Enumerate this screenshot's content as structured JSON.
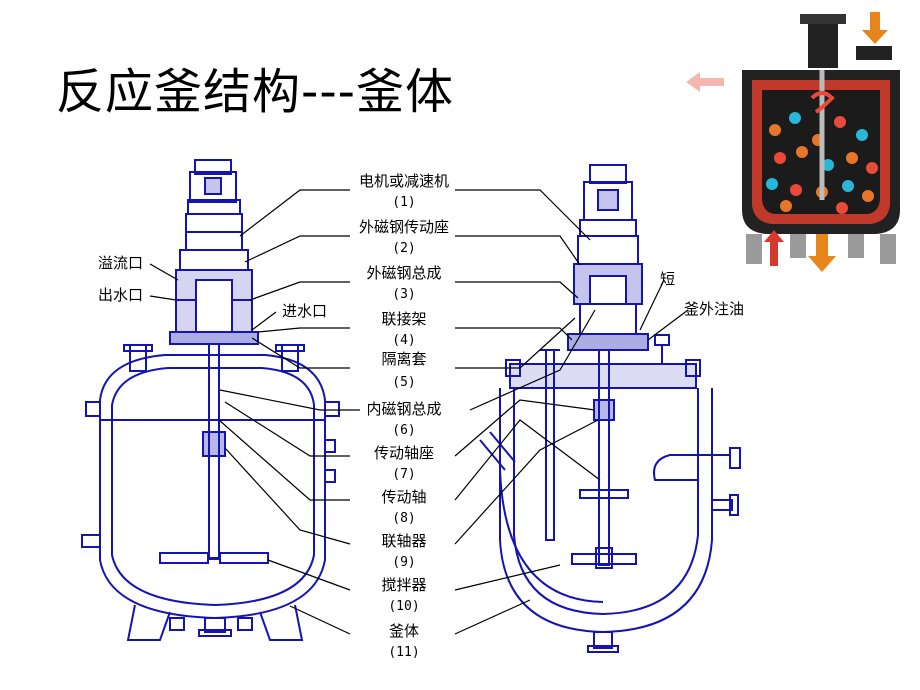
{
  "title": "反应釜结构---釜体",
  "colors": {
    "blueprint": "#1414b4",
    "leader": "#000000",
    "hot_fluid": "#d63a2a",
    "arrow_orange": "#e8841c"
  },
  "left_labels": [
    {
      "id": "overflow",
      "text": "溢流口"
    },
    {
      "id": "water-out",
      "text": "出水口"
    },
    {
      "id": "water-in",
      "text": "进水口"
    }
  ],
  "right_labels": [
    {
      "id": "short",
      "text": "短"
    },
    {
      "id": "oil",
      "text": "釜外注油"
    }
  ],
  "parts": [
    {
      "name": "电机或减速机",
      "num": "(1)"
    },
    {
      "name": "外磁钢传动座",
      "num": "(2)"
    },
    {
      "name": "外磁钢总成",
      "num": "(3)"
    },
    {
      "name": "联接架",
      "num": "(4)"
    },
    {
      "name": "隔离套",
      "num": "(5)"
    },
    {
      "name": "内磁钢总成",
      "num": "(6)"
    },
    {
      "name": "传动轴座",
      "num": "(7)"
    },
    {
      "name": "传动轴",
      "num": "(8)"
    },
    {
      "name": "联轴器",
      "num": "(9)"
    },
    {
      "name": "搅拌器",
      "num": "(10)"
    },
    {
      "name": "釜体",
      "num": "(11)"
    }
  ]
}
